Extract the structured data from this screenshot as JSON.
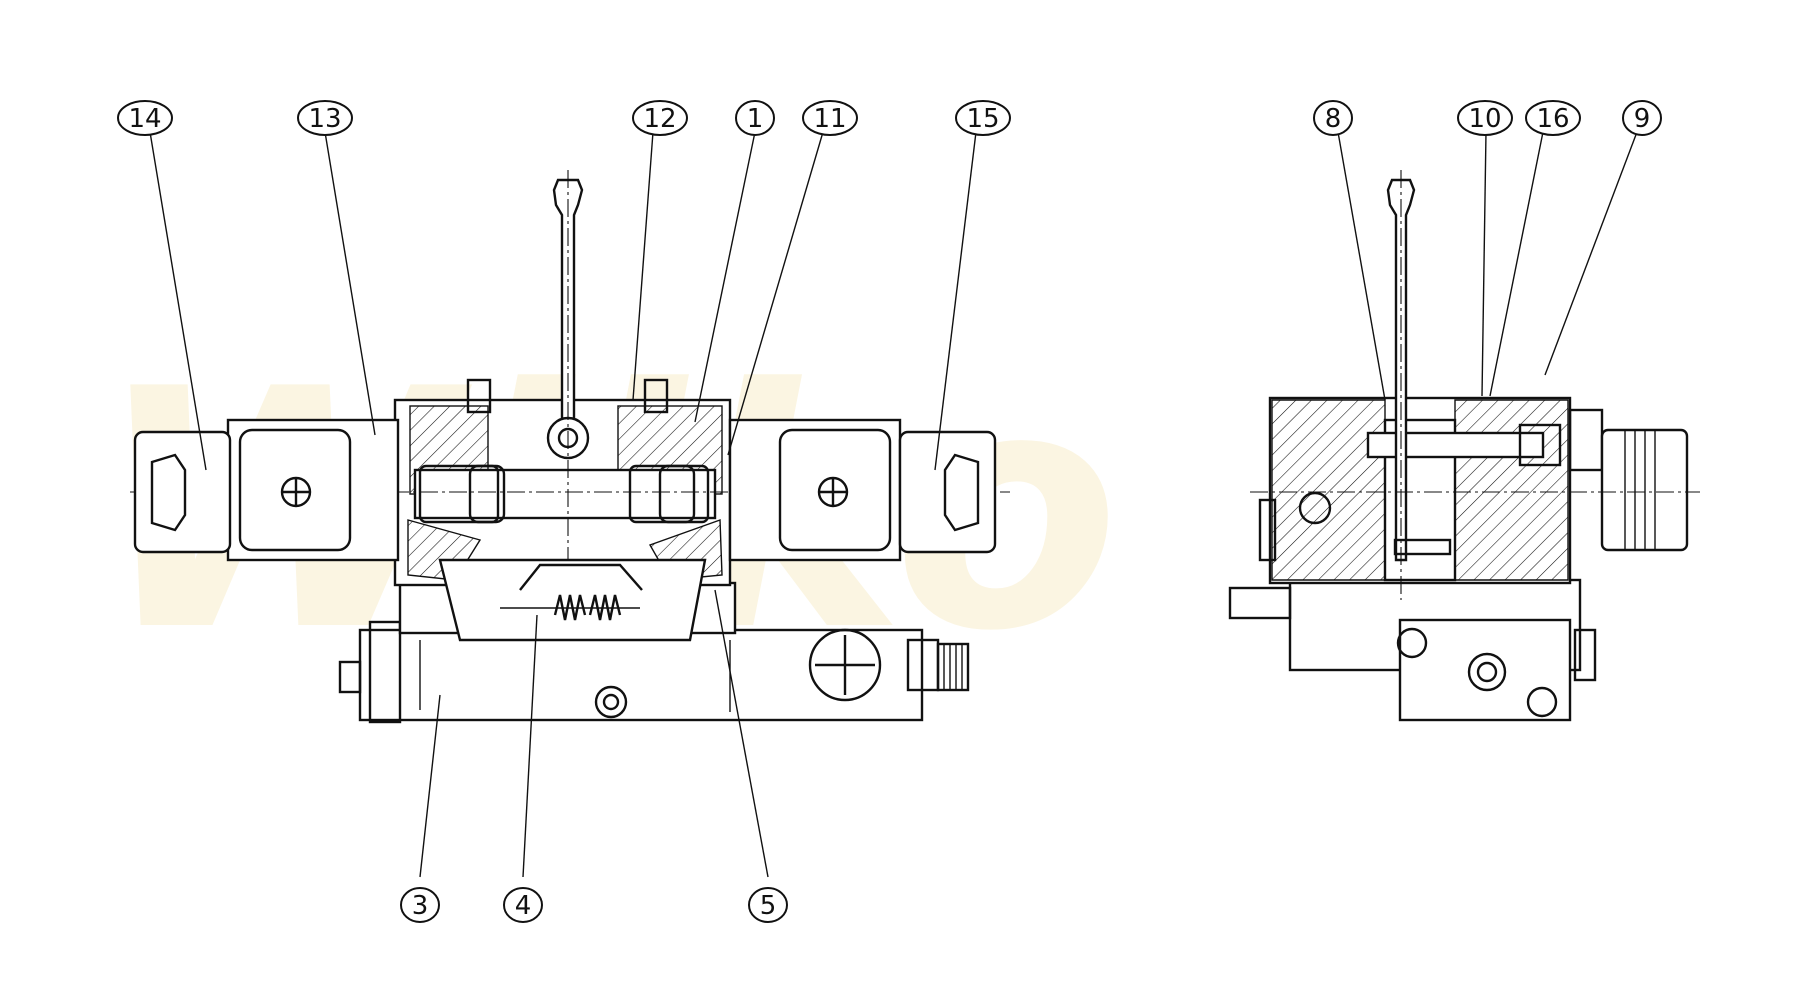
{
  "watermark": "Wilko",
  "balloons": [
    {
      "id": "14",
      "label": "14"
    },
    {
      "id": "13",
      "label": "13"
    },
    {
      "id": "12",
      "label": "12"
    },
    {
      "id": "1",
      "label": "1"
    },
    {
      "id": "11",
      "label": "11"
    },
    {
      "id": "15",
      "label": "15"
    },
    {
      "id": "8",
      "label": "8"
    },
    {
      "id": "10",
      "label": "10"
    },
    {
      "id": "16",
      "label": "16"
    },
    {
      "id": "9",
      "label": "9"
    },
    {
      "id": "3",
      "label": "3"
    },
    {
      "id": "4",
      "label": "4"
    },
    {
      "id": "5",
      "label": "5"
    }
  ],
  "colors": {
    "line": "#111111",
    "background": "#ffffff",
    "watermark": "#fbf5e2"
  }
}
